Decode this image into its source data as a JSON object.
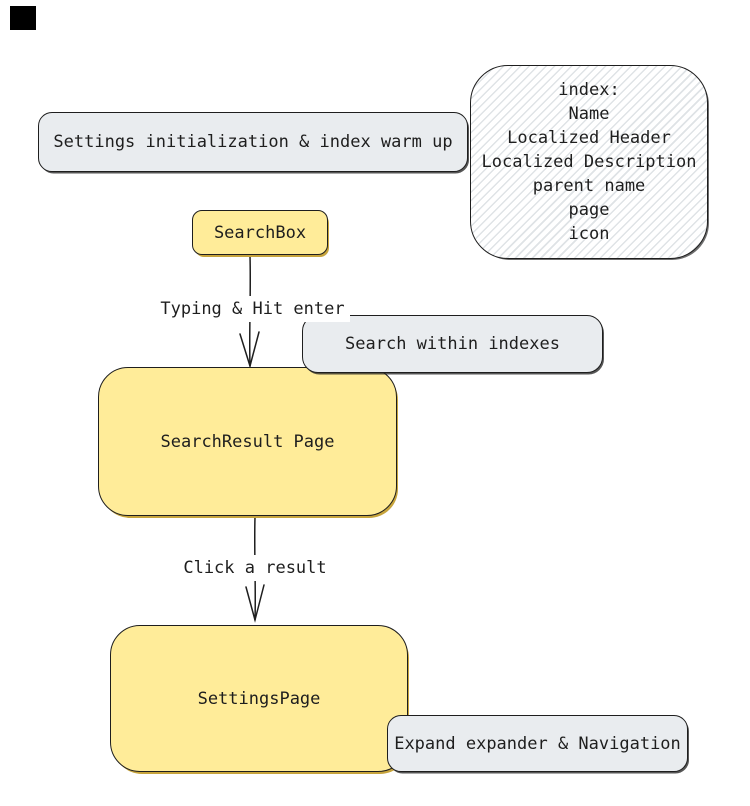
{
  "colors": {
    "background": "#ffffff",
    "stroke": "#1e1e1e",
    "node_yellow": "#ffec99",
    "node_grey": "#e9ecef",
    "hatch_line": "#dfe3e6"
  },
  "nodes": {
    "init": {
      "label": "Settings initialization & index warm up"
    },
    "index_note": {
      "lines": [
        "index:",
        "Name",
        "Localized Header",
        "Localized Description",
        "parent name",
        "page",
        "icon"
      ]
    },
    "searchbox": {
      "label": "SearchBox"
    },
    "search_within": {
      "label": "Search within indexes"
    },
    "search_result": {
      "label": "SearchResult Page"
    },
    "settings_page": {
      "label": "SettingsPage"
    },
    "expand_nav": {
      "label": "Expand expander & Navigation"
    }
  },
  "edges": {
    "typing": {
      "label": "Typing & Hit enter"
    },
    "click": {
      "label": "Click a result"
    }
  }
}
